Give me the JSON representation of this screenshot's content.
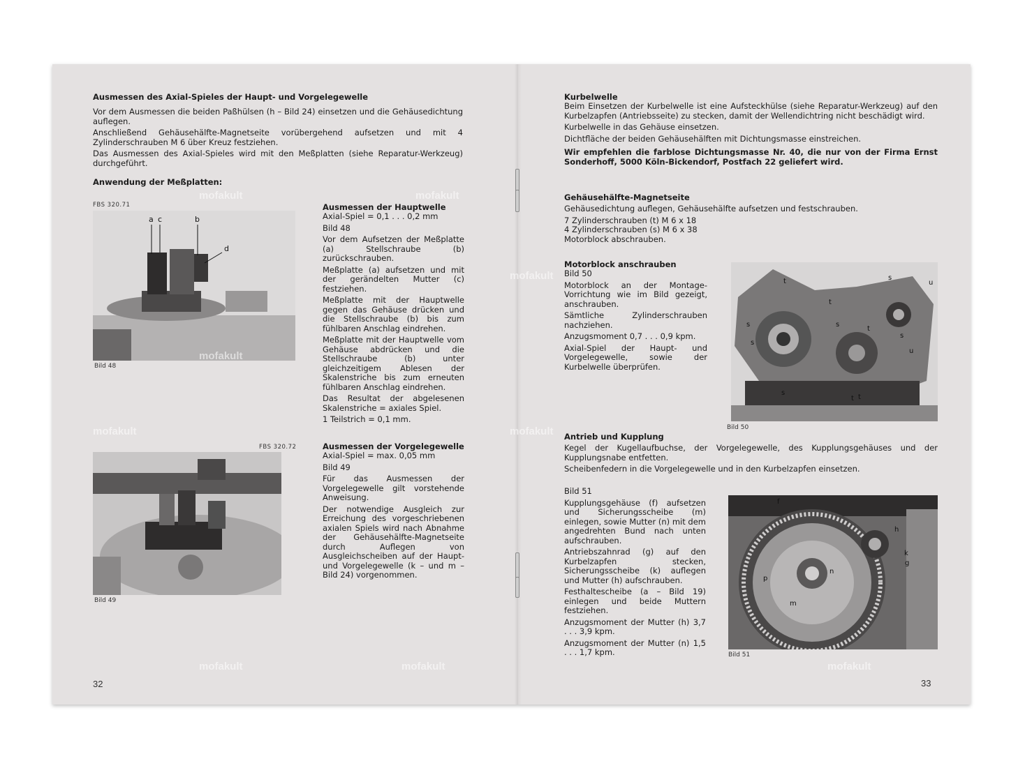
{
  "left_page": {
    "heading": "Ausmessen des Axial-Spieles der Haupt- und Vorgelegewelle",
    "paragraphs": [
      "Vor dem Ausmessen die beiden Paßhülsen (h – Bild 24) einsetzen und die Gehäusedichtung auflegen.",
      "Anschließend Gehäusehälfte-Magnetseite vorübergehend aufsetzen und mit 4 Zylinderschrauben M 6 über Kreuz festziehen.",
      "Das Ausmessen des Axial-Spieles wird mit den Meßplatten (siehe Reparatur-Werkzeug) durchgeführt."
    ],
    "subheading": "Anwendung der Meßplatten:",
    "fig48": {
      "code": "FBS 320.71",
      "caption": "Bild 48",
      "labels": [
        "a",
        "c",
        "b",
        "d"
      ]
    },
    "fig49": {
      "code": "FBS 320.72",
      "caption": "Bild 49"
    },
    "hauptwelle": {
      "heading": "Ausmessen der Hauptwelle",
      "lines": [
        "Axial-Spiel = 0,1 . . . 0,2 mm",
        "Bild 48"
      ],
      "paragraphs": [
        "Vor dem Aufsetzen der Meßplatte (a) Stellschraube (b) zurückschrauben.",
        "Meßplatte (a) aufsetzen und mit der gerändelten Mutter (c) festziehen.",
        "Meßplatte mit der Hauptwelle gegen das Gehäuse drücken und die Stellschraube (b) bis zum fühlbaren Anschlag eindrehen.",
        "Meßplatte mit der Hauptwelle vom Gehäuse abdrücken und die Stellschraube (b) unter gleichzeitigem Ablesen der Skalenstriche bis zum erneuten fühlbaren Anschlag eindrehen.",
        "Das Resultat der abgelesenen Skalenstriche = axiales Spiel.",
        "1 Teilstrich = 0,1 mm."
      ]
    },
    "vorgelegewelle": {
      "heading": "Ausmessen der Vorgelegewelle",
      "lines": [
        "Axial-Spiel = max. 0,05 mm",
        "Bild 49"
      ],
      "paragraphs": [
        "Für das Ausmessen der Vorgelegewelle gilt vorstehende Anweisung.",
        "Der notwendige Ausgleich zur Erreichung des vorgeschriebenen axialen Spiels wird nach Abnahme der Gehäusehälfte-Magnetseite durch Auflegen von Ausgleichscheiben auf der Haupt- und Vorgelegewelle (k – und m – Bild 24) vorgenommen."
      ]
    },
    "page_number": "32"
  },
  "right_page": {
    "kurbelwelle": {
      "heading": "Kurbelwelle",
      "paragraphs": [
        "Beim Einsetzen der Kurbelwelle ist eine Aufsteckhülse (siehe Reparatur-Werkzeug) auf den Kurbelzapfen (Antriebsseite) zu stecken, damit der Wellendichtring nicht beschädigt wird.",
        "Kurbelwelle in das Gehäuse einsetzen.",
        "Dichtfläche der beiden Gehäusehälften mit Dichtungsmasse einstreichen."
      ],
      "bold_note": "Wir empfehlen die farblose Dichtungsmasse Nr. 40, die nur von der Firma Ernst Sonderhoff, 5000 Köln-Bickendorf, Postfach 22 geliefert wird."
    },
    "magnetseite": {
      "heading": "Gehäusehälfte-Magnetseite",
      "lines": [
        "Gehäusedichtung auflegen, Gehäusehälfte aufsetzen und festschrauben.",
        "7 Zylinderschrauben (t) M 6 x 18",
        "4 Zylinderschrauben (s) M 6 x 38",
        "Motorblock abschrauben."
      ]
    },
    "motorblock": {
      "heading": "Motorblock anschrauben",
      "lines": [
        "Bild 50"
      ],
      "paragraphs": [
        "Motorblock an der Montage-Vorrichtung wie im Bild gezeigt, anschrauben.",
        "Sämtliche Zylinderschrauben nachziehen.",
        "Anzugsmoment 0,7 . . . 0,9 kpm.",
        "Axial-Spiel der Haupt- und Vorgelegewelle, sowie der Kurbelwelle überprüfen."
      ]
    },
    "fig50": {
      "caption": "Bild 50",
      "labels": [
        "t",
        "s",
        "u",
        "s",
        "s",
        "t",
        "s",
        "t",
        "s",
        "u",
        "s",
        "t",
        "t"
      ]
    },
    "antrieb": {
      "heading": "Antrieb und Kupplung",
      "paragraphs": [
        "Kegel der Kugellaufbuchse, der Vorgelegewelle, des Kupplungsgehäuses und der Kupplungsnabe entfetten.",
        "Scheibenfedern in die Vorgelegewelle und in den Kurbelzapfen einsetzen."
      ]
    },
    "bild51": {
      "lines": [
        "Bild 51"
      ],
      "paragraphs": [
        "Kupplungsgehäuse (f) aufsetzen und Sicherungsscheibe (m) einlegen, sowie Mutter (n) mit dem angedrehten Bund nach unten aufschrauben.",
        "Antriebszahnrad (g) auf den Kurbelzapfen stecken, Sicherungsscheibe (k) auflegen und Mutter (h) aufschrauben.",
        "Festhaltescheibe (a – Bild 19) einlegen und beide Muttern festziehen.",
        "Anzugsmoment der Mutter (h) 3,7 . . . 3,9 kpm.",
        "Anzugsmoment der Mutter (n) 1,5 . . . 1,7 kpm."
      ]
    },
    "fig51": {
      "caption": "Bild 51",
      "labels": [
        "f",
        "h",
        "k",
        "g",
        "p",
        "n",
        "m"
      ]
    },
    "page_number": "33"
  },
  "watermark": "mofakult"
}
